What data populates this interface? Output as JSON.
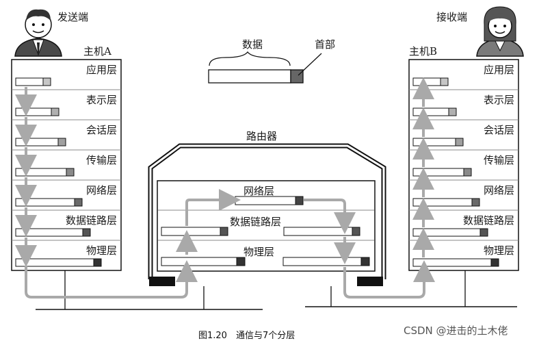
{
  "sender": {
    "label": "发送端",
    "host": "主机A"
  },
  "receiver": {
    "label": "接收端",
    "host": "主机B"
  },
  "layers": [
    "应用层",
    "表示层",
    "会话层",
    "传输层",
    "网络层",
    "数据链路层",
    "物理层"
  ],
  "packet": {
    "data_label": "数据",
    "header_label": "首部"
  },
  "router": {
    "title": "路由器",
    "layers": [
      "网络层",
      "数据链路层",
      "物理层"
    ]
  },
  "caption": "图1.20　通信与7个分层",
  "watermark": "CSDN @进击的土木佬",
  "colors": {
    "flow_arrow": "#a9a9a9",
    "header_shades": [
      "#c6c6c6",
      "#9a9a9a",
      "#7a7a7a",
      "#5a5a5a",
      "#333333"
    ]
  }
}
